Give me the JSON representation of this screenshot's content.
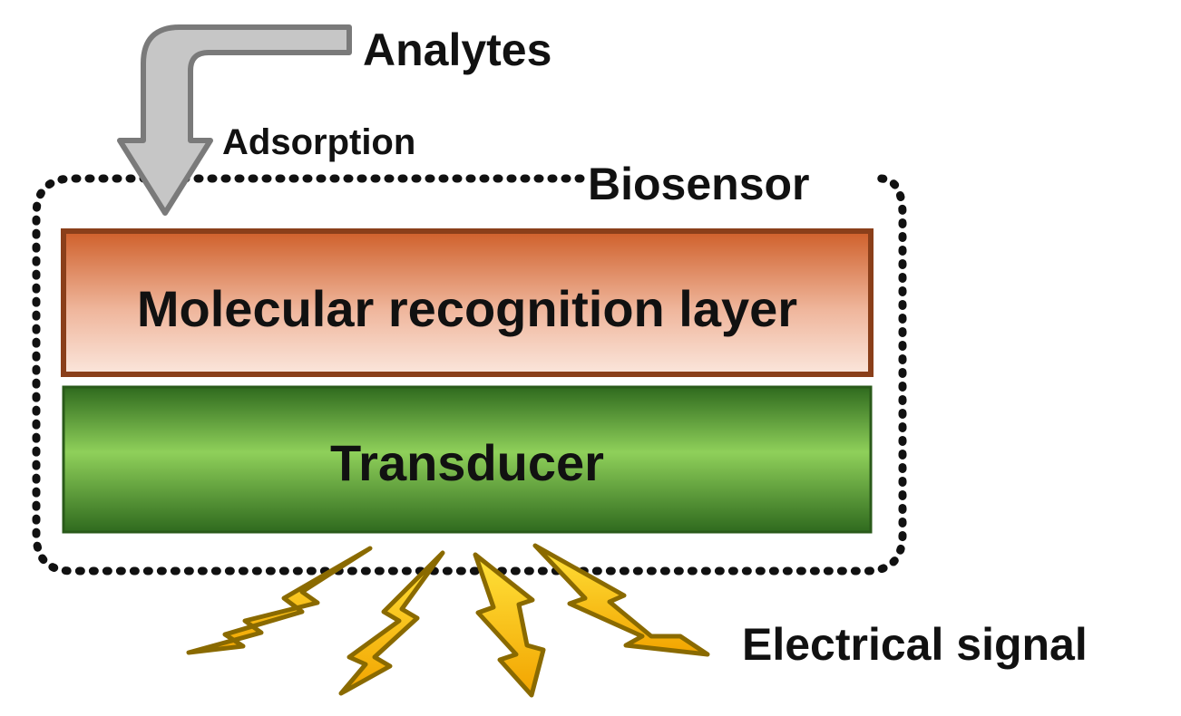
{
  "labels": {
    "analytes": "Analytes",
    "adsorption": "Adsorption",
    "biosensor": "Biosensor",
    "recognition_layer": "Molecular recognition layer",
    "transducer": "Transducer",
    "signal": "Electrical signal"
  },
  "colors": {
    "recognition_top": "#cf5f2a",
    "recognition_bottom": "#fbe6dc",
    "recognition_border": "#8a3f1a",
    "transducer_light": "#8fd05a",
    "transducer_dark": "#2f6a1e",
    "arrow_fill": "#c6c6c6",
    "arrow_stroke": "#7a7a7a",
    "bolt_top": "#ffe23a",
    "bolt_bottom": "#f2a400",
    "bolt_stroke": "#8a6a00"
  },
  "icons": {
    "analyte_arrow": "curved-down-arrow-icon",
    "signal": "lightning-bolt-icon"
  }
}
